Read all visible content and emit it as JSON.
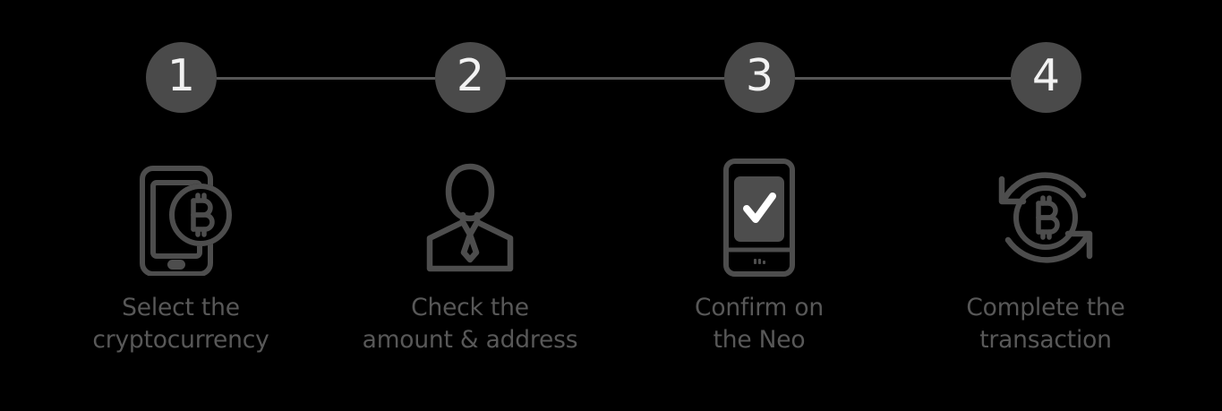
{
  "theme": {
    "background": "#000000",
    "circle_fill": "#4a4a4a",
    "circle_text": "#f2f2f2",
    "line_color": "#555555",
    "icon_stroke": "#4d4d4d",
    "label_color": "#585858"
  },
  "progress": {
    "steps": [
      {
        "number": "1"
      },
      {
        "number": "2"
      },
      {
        "number": "3"
      },
      {
        "number": "4"
      }
    ]
  },
  "cards": [
    {
      "icon": "phone-bitcoin-icon",
      "label": "Select the\ncryptocurrency"
    },
    {
      "icon": "person-suit-icon",
      "label": "Check the\namount & address"
    },
    {
      "icon": "hardware-wallet-check-icon",
      "label": "Confirm on\nthe Neo"
    },
    {
      "icon": "bitcoin-exchange-arrows-icon",
      "label": "Complete the\ntransaction"
    }
  ]
}
